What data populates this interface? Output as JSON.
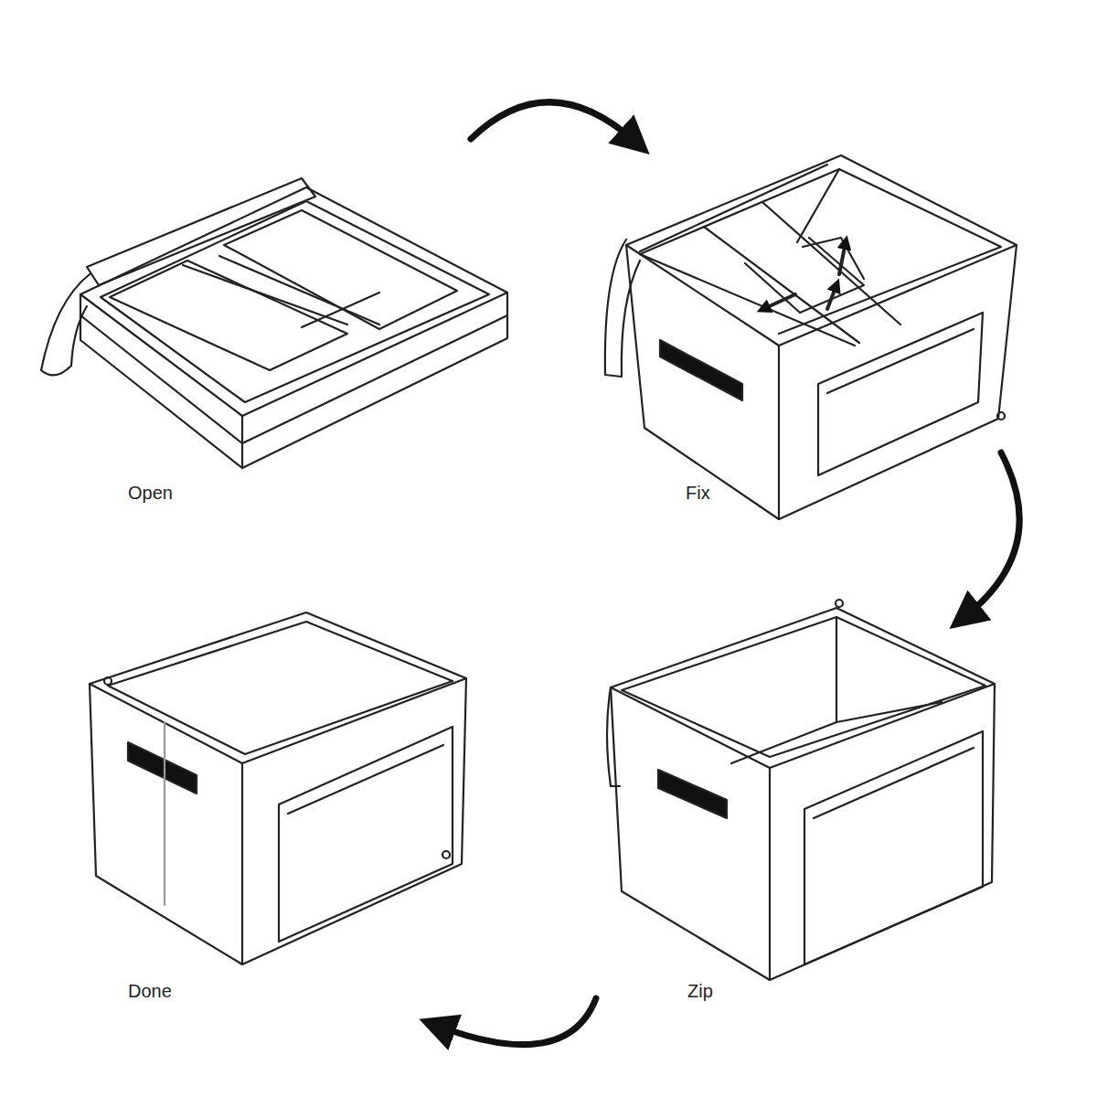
{
  "diagram": {
    "labels": [
      "Open",
      "Fix",
      "Zip",
      "Done"
    ]
  }
}
